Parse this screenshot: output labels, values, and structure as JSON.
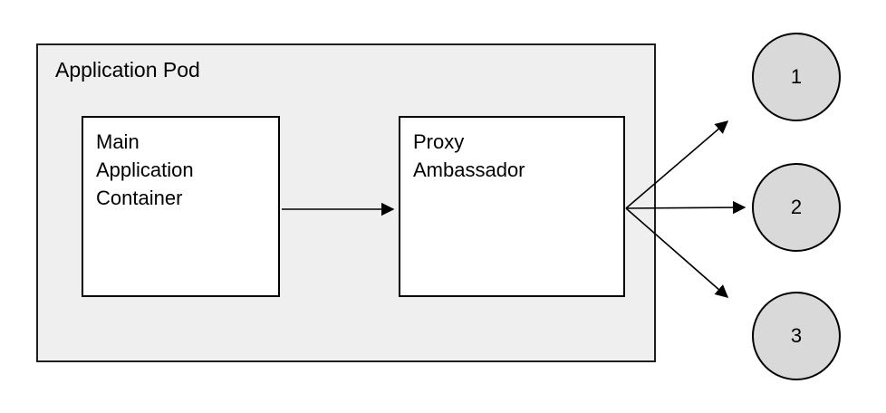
{
  "diagram": {
    "pod": {
      "label": "Application Pod"
    },
    "nodes": [
      {
        "id": "main-application-container",
        "label": "Main Application Container"
      },
      {
        "id": "proxy-ambassador",
        "label": "Proxy Ambassador"
      }
    ],
    "endpoints": [
      {
        "label": "1"
      },
      {
        "label": "2"
      },
      {
        "label": "3"
      }
    ],
    "edges": [
      {
        "from": "main-application-container",
        "to": "proxy-ambassador"
      },
      {
        "from": "proxy-ambassador",
        "to": "endpoint-1"
      },
      {
        "from": "proxy-ambassador",
        "to": "endpoint-2"
      },
      {
        "from": "proxy-ambassador",
        "to": "endpoint-3"
      }
    ],
    "colors": {
      "pod_fill": "#efefef",
      "node_fill": "#ffffff",
      "endpoint_fill": "#d9d9d9",
      "stroke": "#000000"
    }
  }
}
